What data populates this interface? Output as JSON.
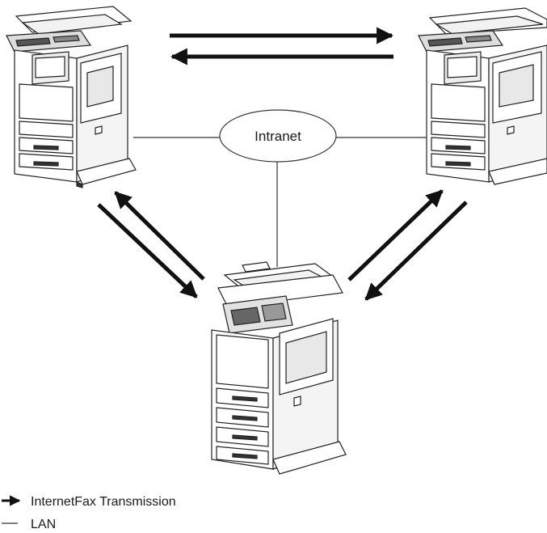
{
  "diagram": {
    "cloud_label": "Intranet",
    "legend": {
      "transmission_label": "InternetFax Transmission",
      "lan_label": "LAN"
    }
  }
}
